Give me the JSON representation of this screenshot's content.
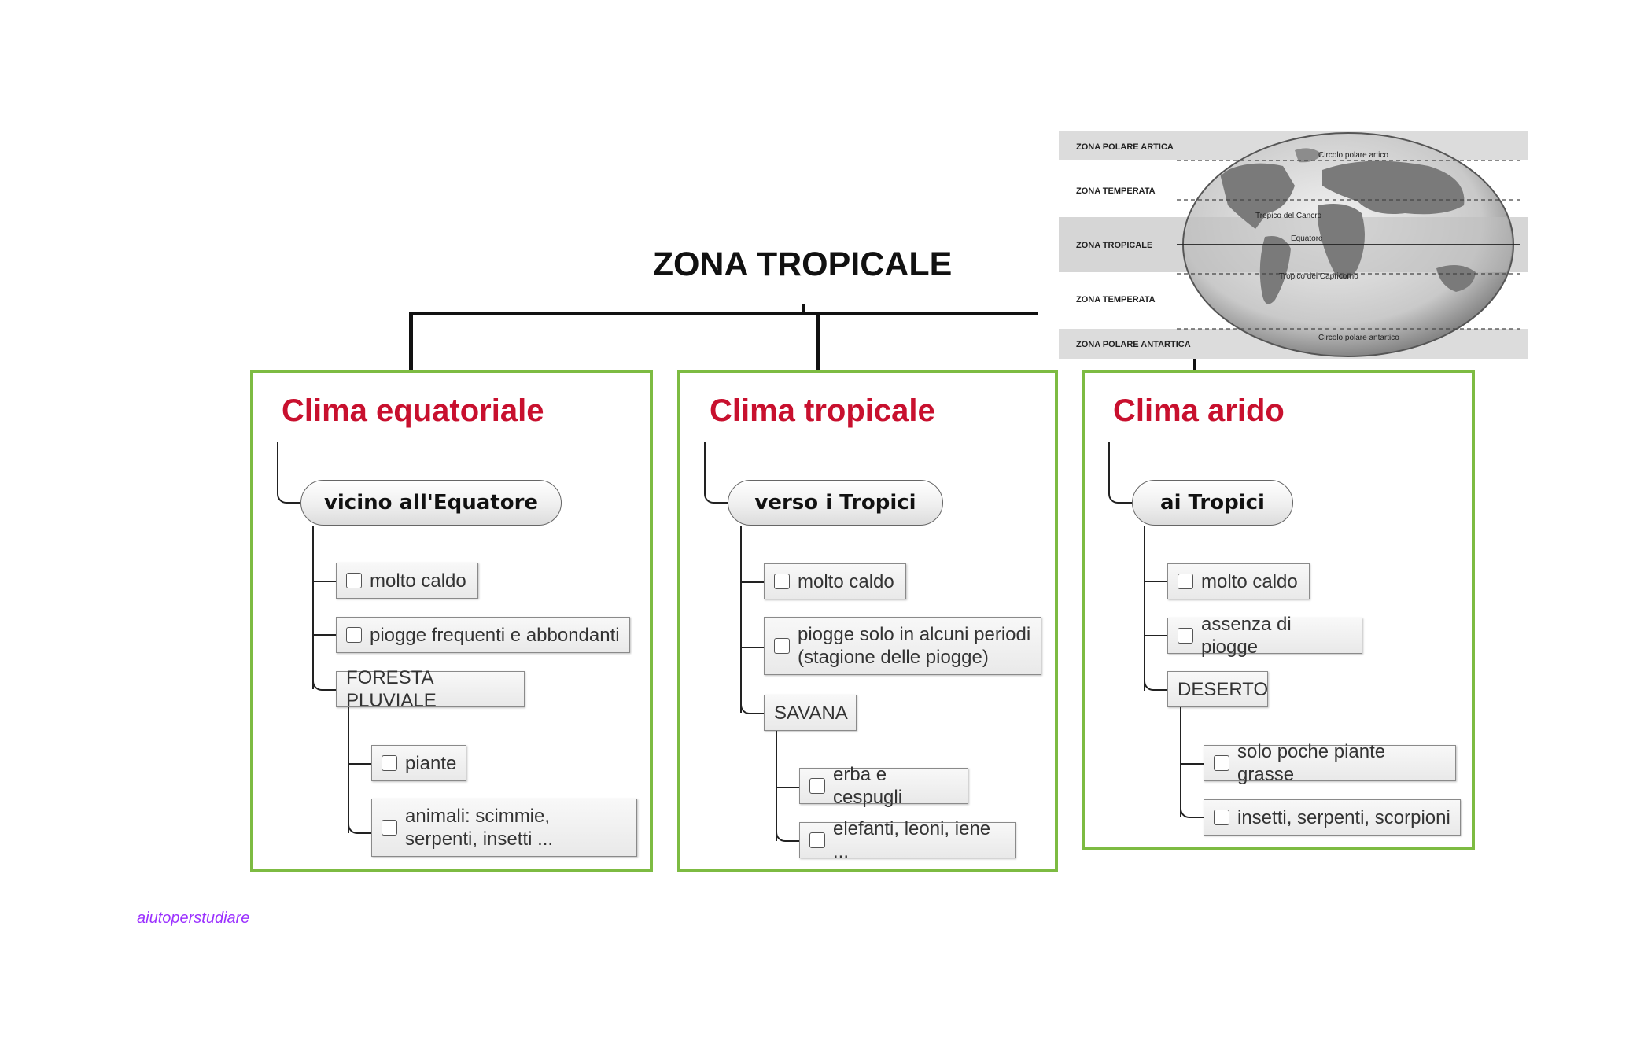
{
  "title": "ZONA TROPICALE",
  "colors": {
    "accent": "#c8102e",
    "frame": "#7dbb42",
    "watermark": "#9b30ff"
  },
  "columns": [
    {
      "heading": "Clima equatoriale",
      "node": "vicino all'Equatore",
      "items": [
        "molto caldo",
        "piogge frequenti e abbondanti"
      ],
      "group": "FORESTA PLUVIALE",
      "subitems": [
        "piante",
        "animali: scimmie, serpenti, insetti ..."
      ]
    },
    {
      "heading": "Clima tropicale",
      "node": "verso i Tropici",
      "items": [
        "molto caldo",
        "piogge solo in alcuni periodi (stagione delle piogge)"
      ],
      "group": "SAVANA",
      "subitems": [
        "erba e cespugli",
        "elefanti, leoni, iene ..."
      ]
    },
    {
      "heading": "Clima arido",
      "node": "ai Tropici",
      "items": [
        "molto caldo",
        "assenza di piogge"
      ],
      "group": "DESERTO",
      "subitems": [
        "solo poche piante grasse",
        "insetti, serpenti, scorpioni"
      ]
    }
  ],
  "map": {
    "zones": [
      "ZONA POLARE ARTICA",
      "ZONA TEMPERATA",
      "ZONA TROPICALE",
      "ZONA TEMPERATA",
      "ZONA POLARE ANTARTICA"
    ],
    "lines": [
      "Circolo polare artico",
      "Tropico del Cancro",
      "Equatore",
      "Tropico del Capricorno",
      "Circolo polare antartico"
    ]
  },
  "watermark": "aiutoperstudiare"
}
